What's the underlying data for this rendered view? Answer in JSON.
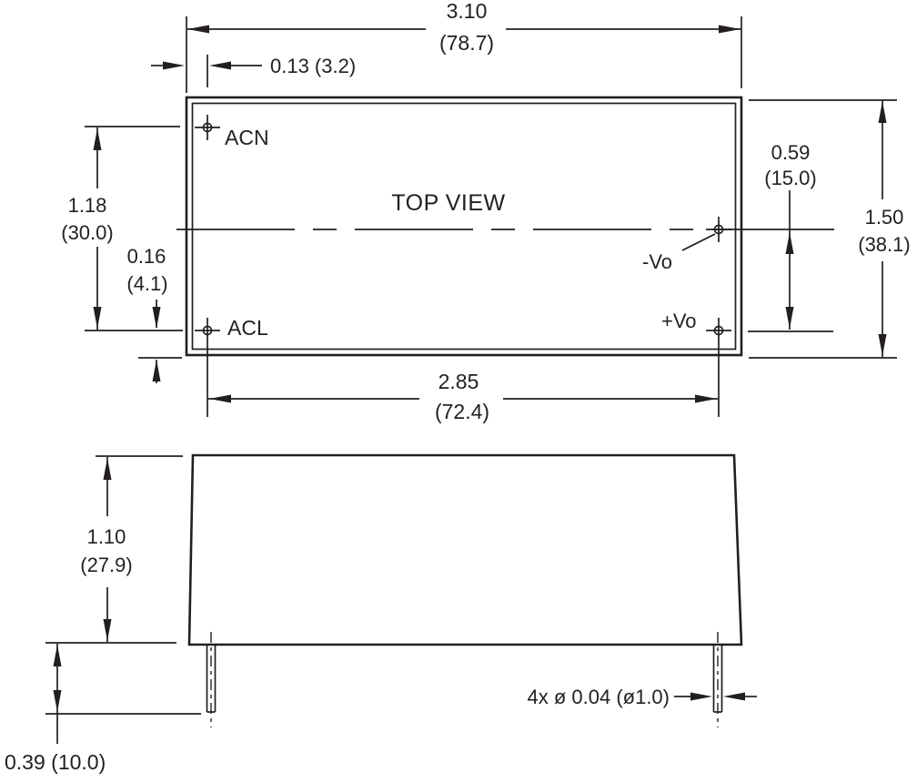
{
  "colors": {
    "ink": "#231f20",
    "background": "#ffffff"
  },
  "top_view": {
    "title": "TOP VIEW",
    "pins": {
      "acn": "ACN",
      "acl": "ACL",
      "neg_vo": "-Vo",
      "pos_vo": "+Vo"
    },
    "dim_overall_width": {
      "inch": "3.10",
      "mm": "(78.7)"
    },
    "dim_pin_inset_x": {
      "label": "0.13 (3.2)"
    },
    "dim_pin_row_span": {
      "inch": "1.18",
      "mm": "(30.0)"
    },
    "dim_pin_inset_y": {
      "inch": "0.16",
      "mm": "(4.1)"
    },
    "dim_vo_offset": {
      "inch": "0.59",
      "mm": "(15.0)"
    },
    "dim_overall_depth": {
      "inch": "1.50",
      "mm": "(38.1)"
    },
    "dim_pin_span": {
      "inch": "2.85",
      "mm": "(72.4)"
    }
  },
  "side_view": {
    "dim_body_height": {
      "inch": "1.10",
      "mm": "(27.9)"
    },
    "dim_pin_length": {
      "label": "0.39 (10.0)"
    },
    "dim_pin_diameter": {
      "label": "4x ø 0.04 (ø1.0)"
    }
  }
}
